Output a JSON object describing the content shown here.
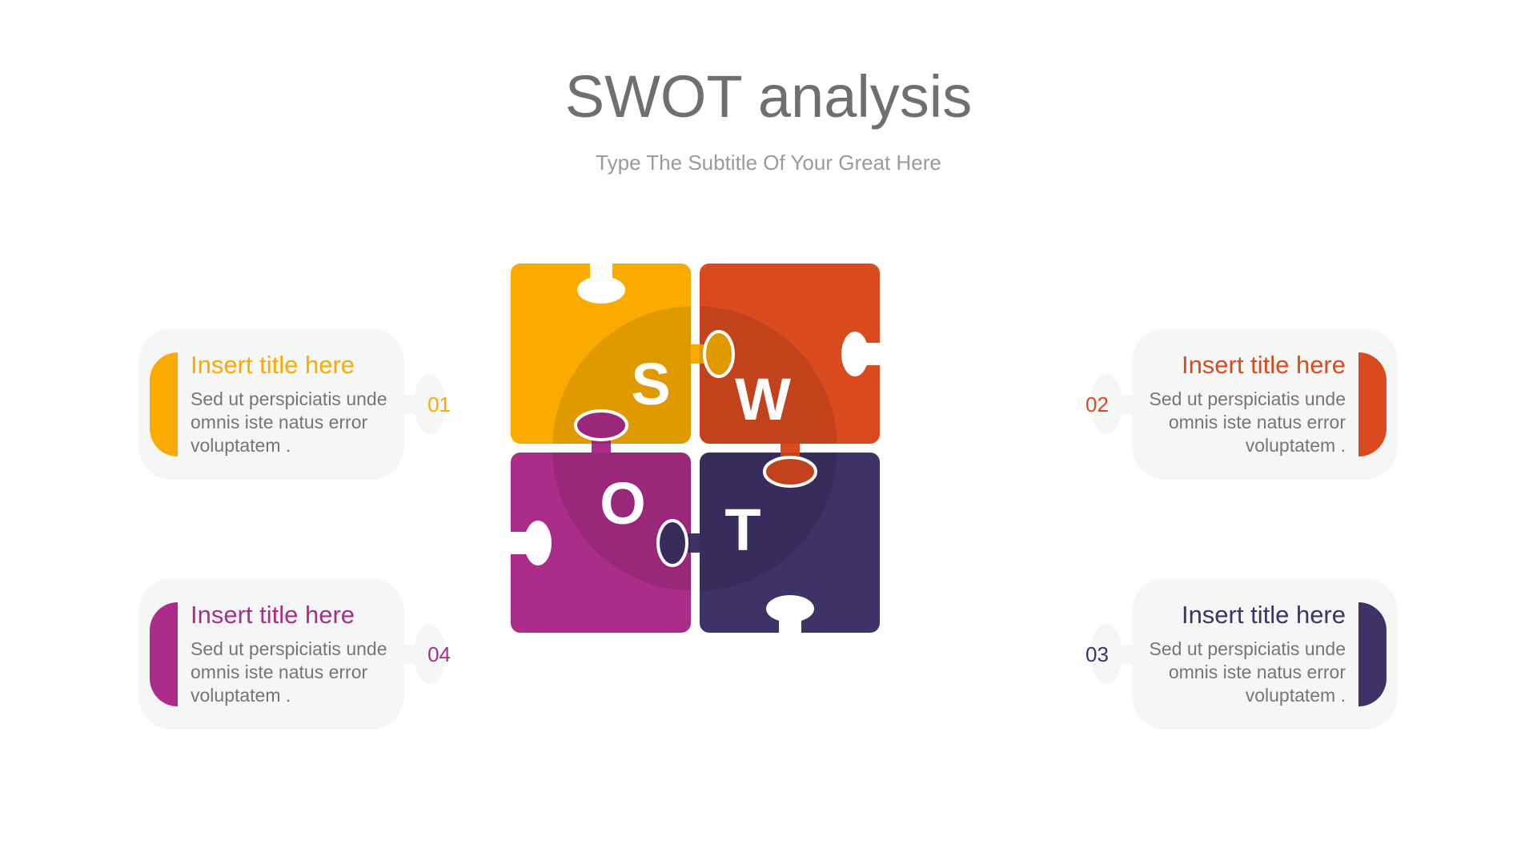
{
  "header": {
    "title": "SWOT analysis",
    "subtitle": "Type The Subtitle Of Your Great Here"
  },
  "colors": {
    "strengths": "#FBAB00",
    "weaknesses": "#D94A1F",
    "opportunities": "#AB2D89",
    "threats": "#3F3267"
  },
  "puzzle": {
    "letters": [
      "S",
      "W",
      "O",
      "T"
    ]
  },
  "cards": [
    {
      "number": "01",
      "title": "Insert title here",
      "body": "Sed ut perspiciatis unde omnis iste natus error voluptatem ."
    },
    {
      "number": "02",
      "title": "Insert title here",
      "body": "Sed ut perspiciatis unde omnis iste natus error voluptatem ."
    },
    {
      "number": "03",
      "title": "Insert title here",
      "body": "Sed ut perspiciatis unde omnis iste natus error voluptatem ."
    },
    {
      "number": "04",
      "title": "Insert title here",
      "body": "Sed ut perspiciatis unde omnis iste natus error voluptatem ."
    }
  ]
}
